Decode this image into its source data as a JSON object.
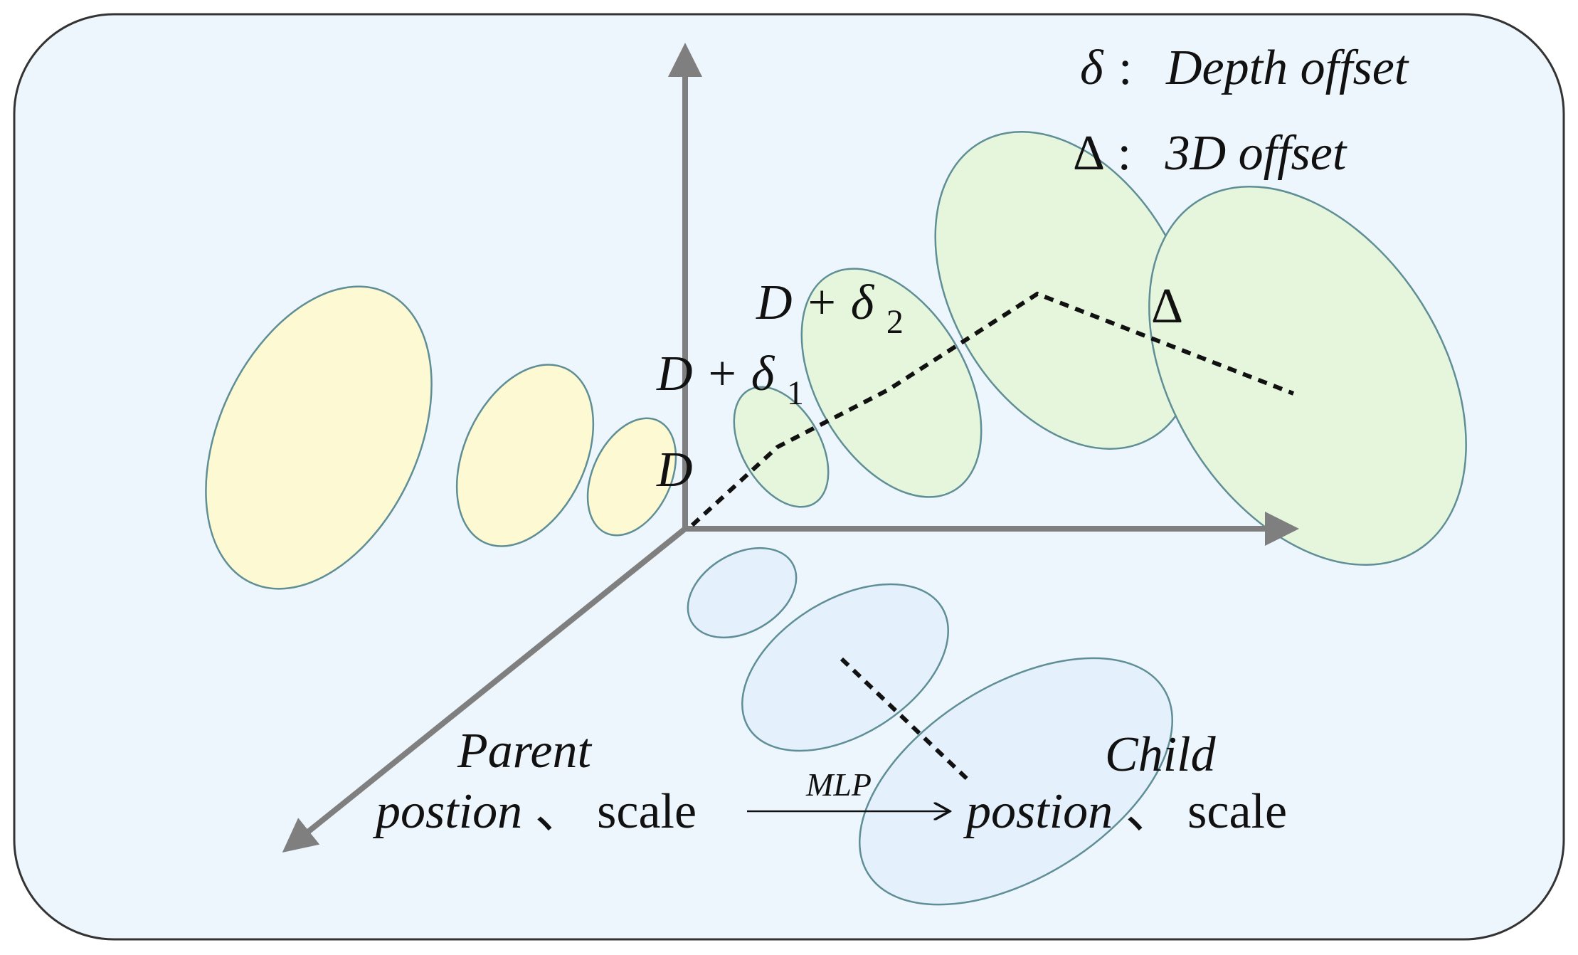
{
  "legend": {
    "delta_symbol": "δ",
    "delta_sep": ":",
    "delta_text": "Depth offset",
    "Delta_symbol": "Δ",
    "Delta_sep": ":",
    "Delta_text": "3D offset"
  },
  "labels": {
    "D": "D",
    "D_plus_delta1_main": "D + δ",
    "delta1_sub": "1",
    "D_plus_delta2_main": "D + δ",
    "delta2_sub": "2",
    "Delta_marker": "Δ",
    "parent_title": "Parent",
    "parent_position": "postion",
    "parent_sep": "、",
    "parent_scale": "scale",
    "mlp": "MLP",
    "child_title": "Child",
    "child_position": "postion",
    "child_sep": "、",
    "child_scale": "scale"
  },
  "colors": {
    "panel_fill": "#EEF6FD",
    "panel_stroke": "#333333",
    "axis": "#7F7F7F",
    "yellow_fill": "#FDF9D2",
    "green_fill": "#E6F6DC",
    "blue_fill": "#E4F0FC",
    "ellipse_stroke": "#5F8E96"
  }
}
